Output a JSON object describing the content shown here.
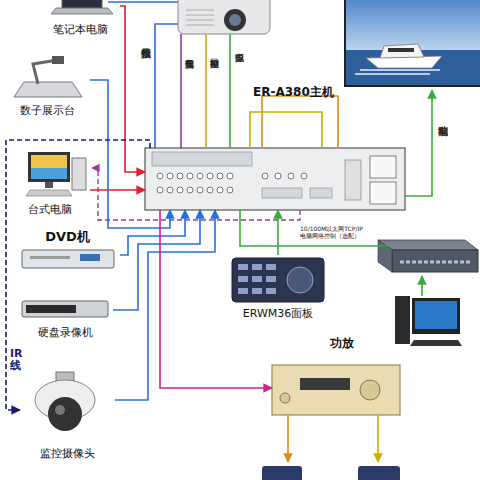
{
  "diagram": {
    "nodes": [
      {
        "text": [
          "笔记本电脑"
        ]
      },
      {
        "text": [
          "数子展示台"
        ]
      },
      {
        "text": [
          "台式电脑"
        ]
      },
      {
        "text": [
          "DVD机"
        ]
      },
      {
        "text": [
          "硬盘录像机"
        ]
      },
      {
        "text": [
          "监控摄像头"
        ]
      },
      {
        "text": [
          "ER-A380主机"
        ]
      },
      {
        "text": [
          "ERWM36面板"
        ]
      },
      {
        "text": [
          "功放"
        ]
      }
    ],
    "edges": [
      {
        "from": 0,
        "to": 6,
        "arrow": "to"
      },
      {
        "from": 1,
        "to": 6,
        "arrow": "to"
      },
      {
        "from": 2,
        "to": 6,
        "arrow": "to"
      },
      {
        "from": 3,
        "to": 6,
        "arrow": "to"
      },
      {
        "from": 4,
        "to": 6,
        "arrow": "to"
      },
      {
        "from": 5,
        "to": 6,
        "arrow": "to"
      },
      {
        "from": 6,
        "to": 5,
        "label": "IR线",
        "arrow": "to"
      },
      {
        "from": 7,
        "to": 6,
        "arrow": "to"
      },
      {
        "from": 6,
        "to": 8,
        "arrow": "to"
      }
    ],
    "labels": [
      "投影视频信号",
      "投影电脑信号",
      "投影串口控制",
      "投影电源",
      "电动幕控制",
      "10/100M以太网TCP/IP 电脑网络控制（选配）"
    ]
  }
}
